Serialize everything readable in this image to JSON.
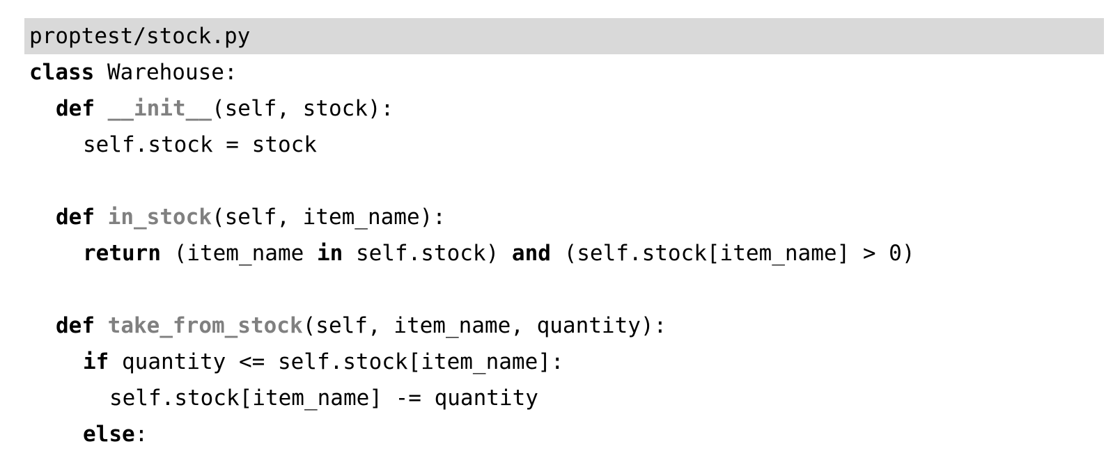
{
  "file": {
    "path": "proptest/stock.py"
  },
  "code": {
    "l1": {
      "kw": "class",
      "rest": " Warehouse:"
    },
    "l2": {
      "kw": "def",
      "sp": " ",
      "fn": "__init__",
      "rest": "(self, stock):"
    },
    "l3": {
      "text": "self.stock = stock"
    },
    "l5": {
      "kw": "def",
      "sp": " ",
      "fn": "in_stock",
      "rest": "(self, item_name):"
    },
    "l6": {
      "kw1": "return",
      "t1": " (item_name ",
      "kw2": "in",
      "t2": " self.stock) ",
      "kw3": "and",
      "t3": " (self.stock[item_name] > 0)"
    },
    "l8": {
      "kw": "def",
      "sp": " ",
      "fn": "take_from_stock",
      "rest": "(self, item_name, quantity):"
    },
    "l9": {
      "kw": "if",
      "rest": " quantity <= self.stock[item_name]:"
    },
    "l10": {
      "text": "self.stock[item_name] -= quantity"
    },
    "l11": {
      "kw": "else",
      "rest": ":"
    }
  }
}
